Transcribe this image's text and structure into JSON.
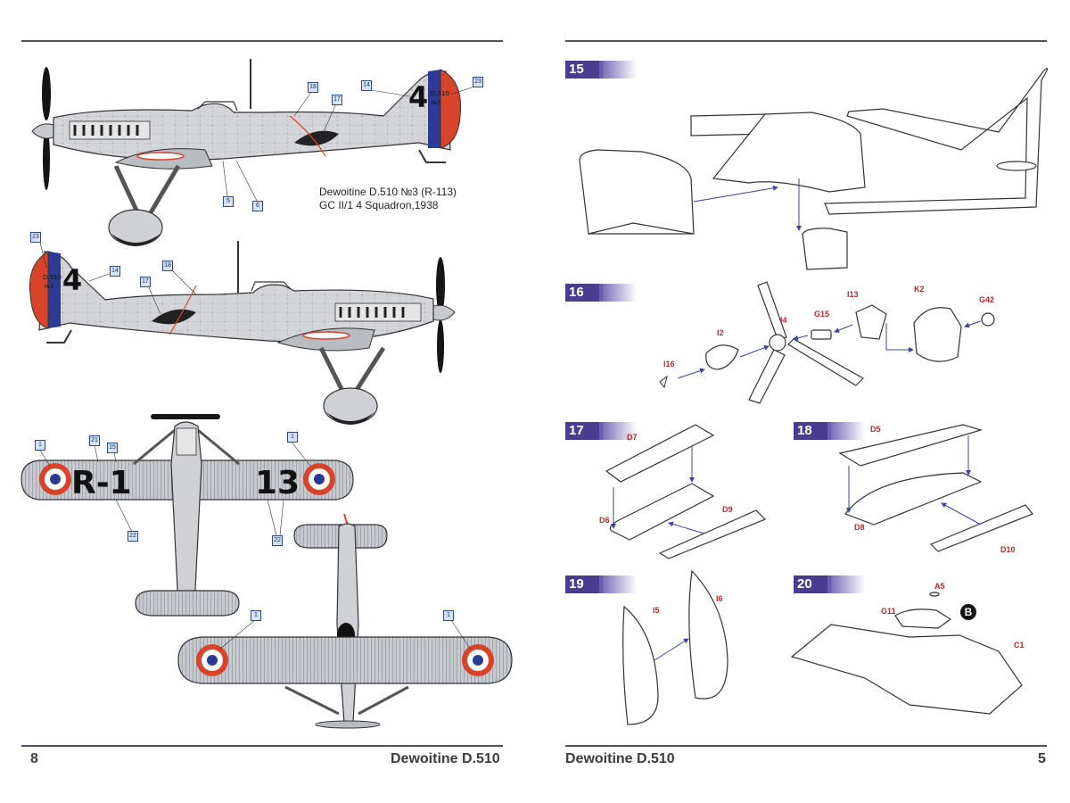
{
  "left_page": {
    "page_number": "8",
    "footer_title": "Dewoitine D.510",
    "caption_line1": "Dewoitine D.510 №3 (R-113)",
    "caption_line2": "GC II/1 4 Squadron,1938",
    "profile_top": {
      "tail_number": "4",
      "tail_text": "D.510",
      "tail_text2": "№3",
      "callouts": [
        "18",
        "17",
        "14",
        "23",
        "5",
        "6"
      ]
    },
    "profile_bottom": {
      "tail_number": "4",
      "tail_text": "D.510",
      "tail_text2": "№3",
      "callouts": [
        "23",
        "14",
        "18",
        "17"
      ]
    },
    "planform_top": {
      "wing_code_left": "R-1",
      "wing_code_right": "13",
      "callouts": [
        "1",
        "21",
        "15",
        "1",
        "22",
        "22"
      ]
    },
    "planform_bottom": {
      "callouts": [
        "1",
        "1"
      ]
    }
  },
  "right_page": {
    "page_number": "5",
    "footer_title": "Dewoitine D.510",
    "steps": [
      {
        "number": "15",
        "parts": []
      },
      {
        "number": "16",
        "parts": [
          "I16",
          "I2",
          "I4",
          "G15",
          "I13",
          "K2",
          "G42"
        ]
      },
      {
        "number": "17",
        "parts": [
          "D7",
          "D6",
          "D9"
        ]
      },
      {
        "number": "18",
        "parts": [
          "D5",
          "D8",
          "D10"
        ]
      },
      {
        "number": "19",
        "parts": [
          "I5",
          "I6"
        ]
      },
      {
        "number": "20",
        "parts": [
          "A5",
          "G11",
          "C1"
        ]
      }
    ],
    "marker_b": "B"
  },
  "colors": {
    "rule": "#4d4f73",
    "step_badge": "#4a3d8f",
    "part_label": "#c0262d",
    "roundel_blue": "#2b3a94",
    "roundel_red": "#d8442a",
    "aircraft_grey": "#d3d5d8",
    "arrow": "#3a44a8"
  }
}
